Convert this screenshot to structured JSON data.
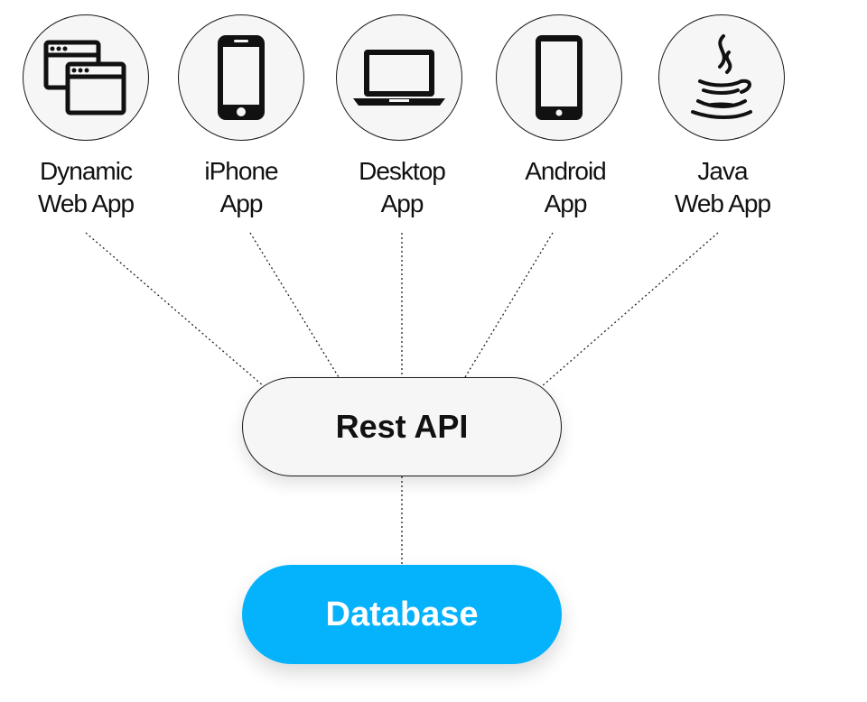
{
  "clients": [
    {
      "icon": "browser-windows-icon",
      "line1": "Dynamic",
      "line2": "Web App"
    },
    {
      "icon": "iphone-icon",
      "line1": "iPhone",
      "line2": "App"
    },
    {
      "icon": "laptop-icon",
      "line1": "Desktop",
      "line2": "App"
    },
    {
      "icon": "android-phone-icon",
      "line1": "Android",
      "line2": "App"
    },
    {
      "icon": "java-logo-icon",
      "line1": "Java",
      "line2": "Web App"
    }
  ],
  "api": {
    "label": "Rest API"
  },
  "database": {
    "label": "Database"
  },
  "colors": {
    "database": "#05b2fc",
    "node_fill": "#f6f6f6",
    "stroke": "#1a1a1a"
  }
}
